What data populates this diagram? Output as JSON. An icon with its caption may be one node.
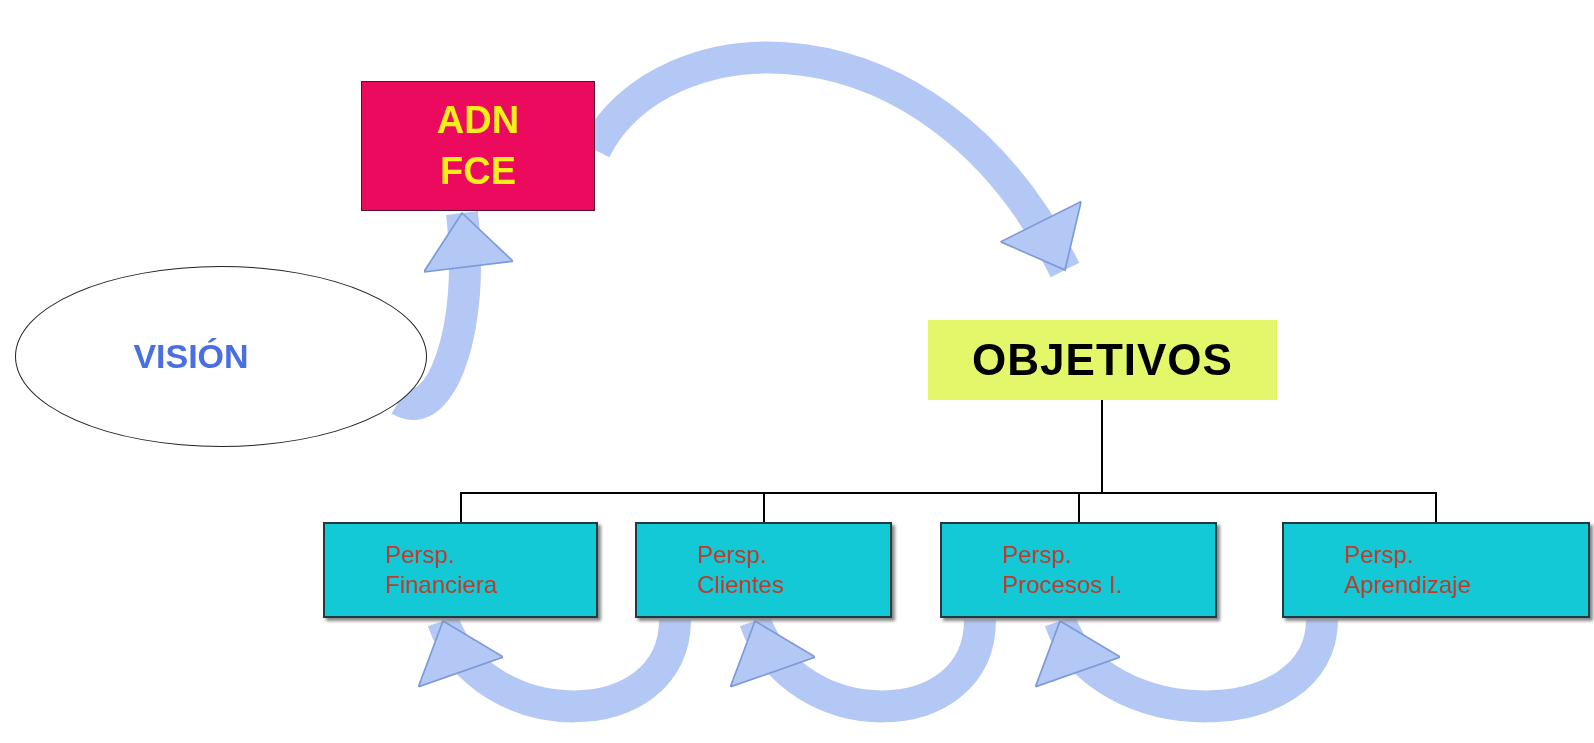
{
  "diagram": {
    "nodes": [
      {
        "text": [
          "ADN FCE"
        ]
      },
      {
        "text": [
          "VISIÓN"
        ]
      },
      {
        "text": [
          "OBJETIVOS"
        ]
      },
      {
        "text": [
          "Persp. Financiera"
        ]
      },
      {
        "text": [
          "Persp. Clientes"
        ]
      },
      {
        "text": [
          "Persp. Procesos I."
        ]
      },
      {
        "text": [
          "Persp. Aprendizaje"
        ]
      }
    ],
    "edges": [
      {
        "from": 1,
        "to": 0,
        "arrow": "to"
      },
      {
        "from": 0,
        "to": 2,
        "arrow": "to"
      },
      {
        "from": 2,
        "to": 3,
        "arrow": "none",
        "color": "#000000"
      },
      {
        "from": 2,
        "to": 4,
        "arrow": "none",
        "color": "#000000"
      },
      {
        "from": 2,
        "to": 5,
        "arrow": "none",
        "color": "#000000"
      },
      {
        "from": 2,
        "to": 6,
        "arrow": "none",
        "color": "#000000"
      },
      {
        "from": 4,
        "to": 3,
        "arrow": "to"
      },
      {
        "from": 5,
        "to": 4,
        "arrow": "to"
      },
      {
        "from": 6,
        "to": 5,
        "arrow": "to"
      }
    ]
  }
}
